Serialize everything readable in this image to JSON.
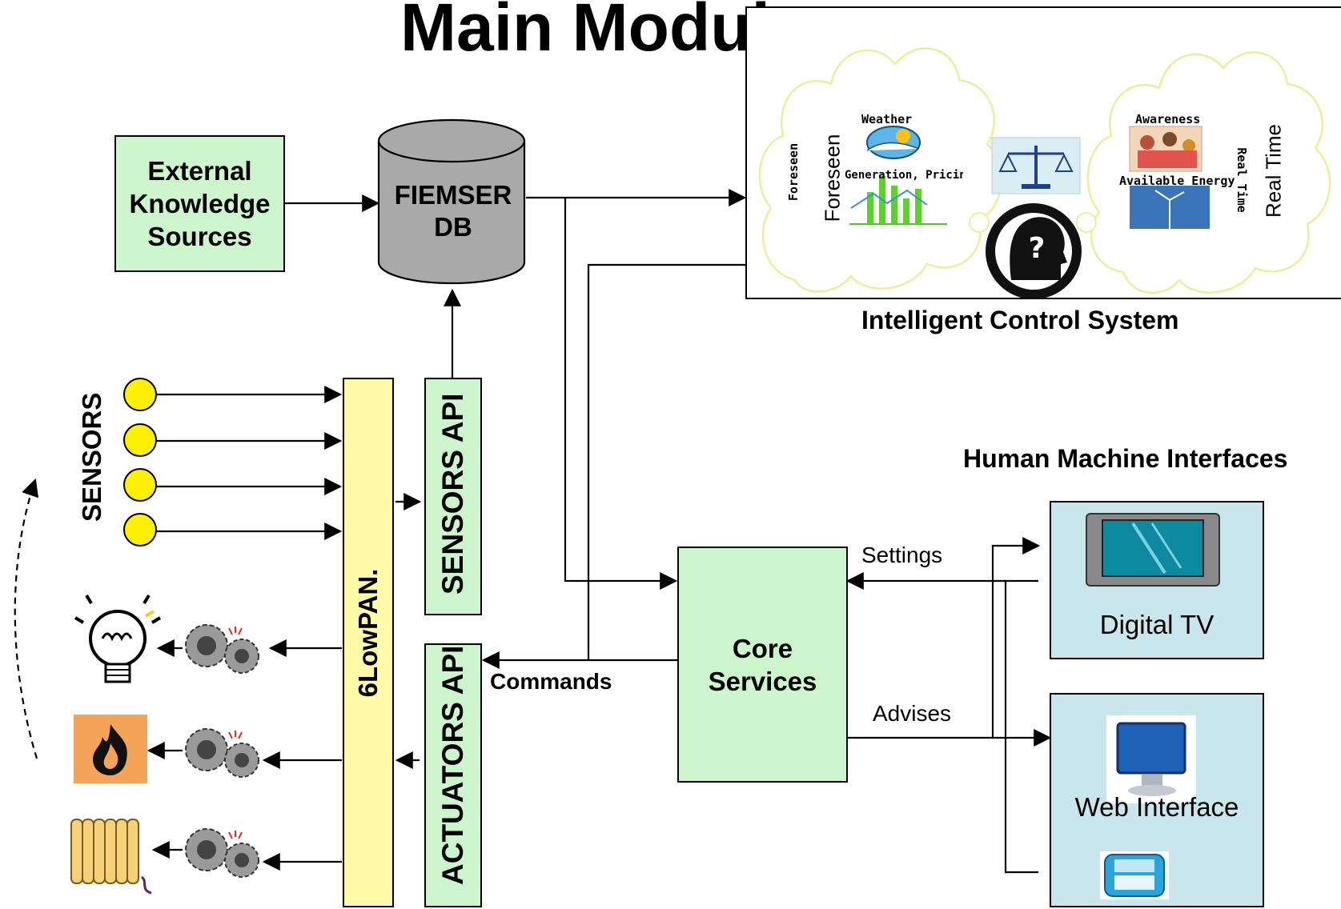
{
  "title": "Main Modules",
  "external": {
    "label": "External\nKnowledge\nSources"
  },
  "db": {
    "label": "FIEMSER\nDB"
  },
  "ics": {
    "caption": "Intelligent Control System",
    "left_cloud": {
      "vertical_small": "Foreseen",
      "vertical_large": "Foreseen",
      "weather": "Weather",
      "generation": "Generation, Pricing, ..."
    },
    "right_cloud": {
      "awareness": "Awareness",
      "energy": "Available Energy",
      "vertical_small": "Real Time",
      "vertical_large": "Real Time"
    }
  },
  "sensors": {
    "label": "SENSORS",
    "count": 4
  },
  "lowpan": {
    "label": "6LowPAN."
  },
  "sensors_api": {
    "label": "SENSORS API"
  },
  "actuators_api": {
    "label": "ACTUATORS API"
  },
  "core": {
    "label": "Core\nServices"
  },
  "edges": {
    "commands": "Commands",
    "settings": "Settings",
    "advises": "Advises"
  },
  "hmi": {
    "title": "Human Machine Interfaces",
    "tv": "Digital TV",
    "web": "Web Interface"
  },
  "actuators": [
    "light-bulb",
    "fire",
    "radiator"
  ],
  "colors": {
    "green": "#ccf5cc",
    "yellow": "#fff9a8",
    "blue": "#c9e6ec",
    "db_gray": "#a9a9a9",
    "sensor_yellow": "#ffef00"
  }
}
